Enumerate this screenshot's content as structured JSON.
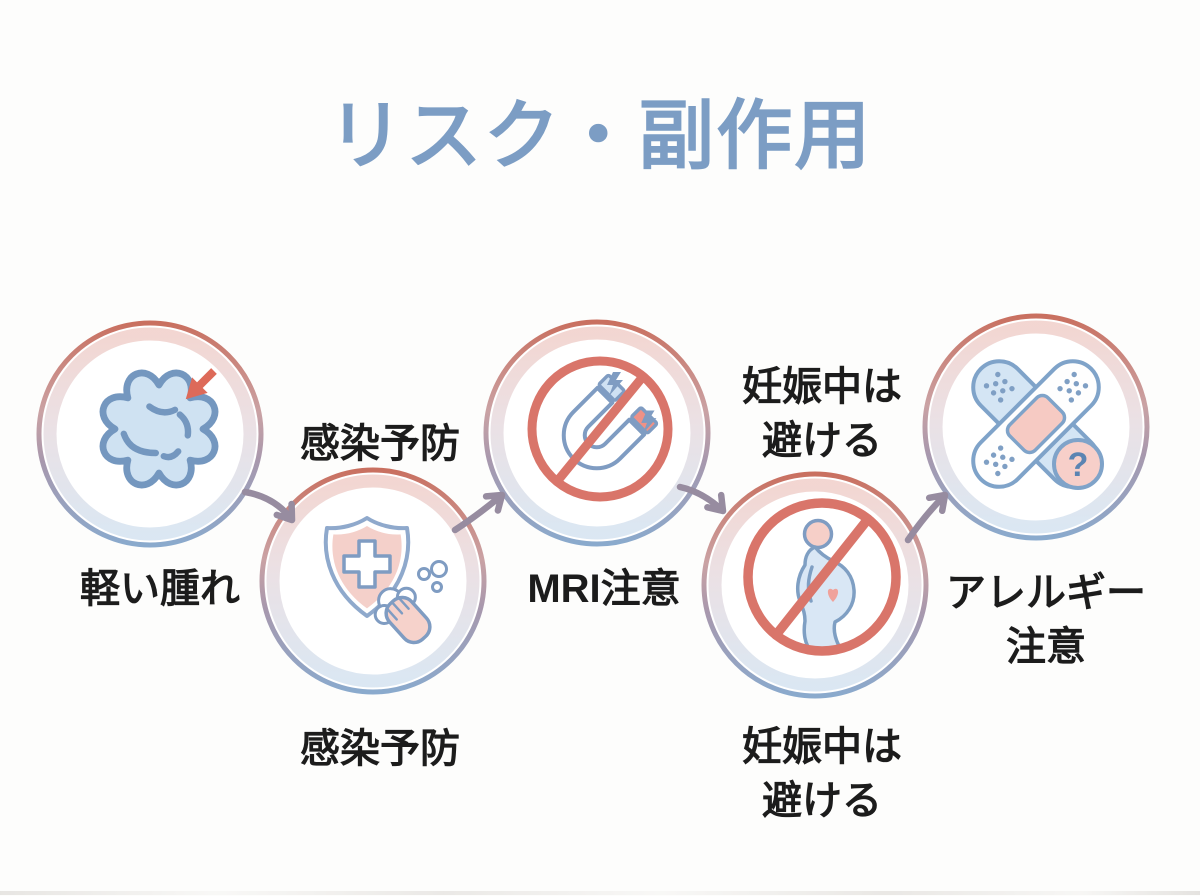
{
  "title": {
    "text": "リスク・副作用",
    "color": "#7c9dc4"
  },
  "nodes": [
    {
      "name": "mild-swelling",
      "icon": "swelling-cloud-icon",
      "label_below": "軽い腫れ"
    },
    {
      "name": "infection-prevention",
      "icon": "shield-handwash-icon",
      "label_above": "感染予防",
      "label_below": "感染予防"
    },
    {
      "name": "mri-caution",
      "icon": "no-magnet-icon",
      "label_below": "MRI注意"
    },
    {
      "name": "avoid-during-pregnancy",
      "icon": "no-pregnancy-icon",
      "label_above_lines": [
        "妊娠中は",
        "避ける"
      ],
      "label_below_lines": [
        "妊娠中は",
        "避ける"
      ]
    },
    {
      "name": "allergy-caution",
      "icon": "bandage-question-icon",
      "label_below_lines": [
        "アレルギー",
        "注意"
      ],
      "question_mark": "?"
    }
  ],
  "colors": {
    "background": "#fdfdfc",
    "title_text": "#7c9dc4",
    "label_text": "#1c1c1c",
    "ring_top_red": "#c97060",
    "ring_mid_purple": "#a898ad",
    "ring_bottom_blue": "#8aaacd",
    "prohibition_red": "#d9756a",
    "arrow_gray_purple": "#978ca0",
    "icon_outline_blue": "#7f9cc2",
    "icon_light_blue_fill": "#cfe2f2",
    "icon_pink_fill": "#f4d0ca",
    "icon_red_accent": "#dd6a59"
  }
}
